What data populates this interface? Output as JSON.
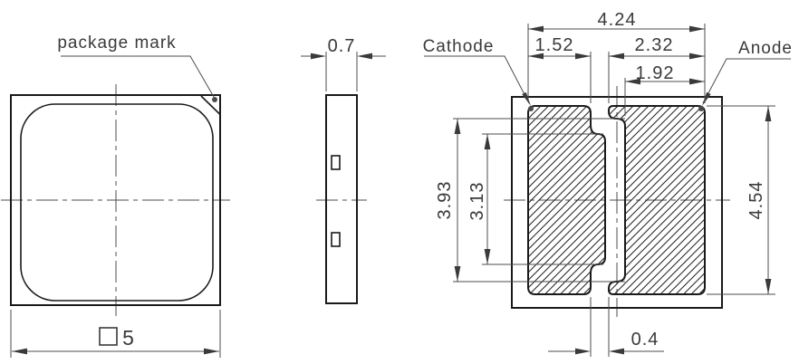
{
  "labels": {
    "package_mark": "package mark",
    "cathode": "Cathode",
    "anode": "Anode"
  },
  "dimensions": {
    "package_size": "5",
    "thickness": "0.7",
    "pads_overall_width": "4.24",
    "cathode_pad_width": "1.52",
    "anode_pad_outer_width": "2.32",
    "anode_pad_inner_width": "1.92",
    "anode_recess_height": "3.93",
    "cathode_step_height": "3.13",
    "pad_height": "4.54",
    "pad_gap": "0.4"
  },
  "colors": {
    "outline": "#1a1a1a",
    "thin_line": "#4d4d4d",
    "text": "#3a3a3a",
    "mark_dot": "#4a4a4a",
    "background": "#ffffff"
  }
}
